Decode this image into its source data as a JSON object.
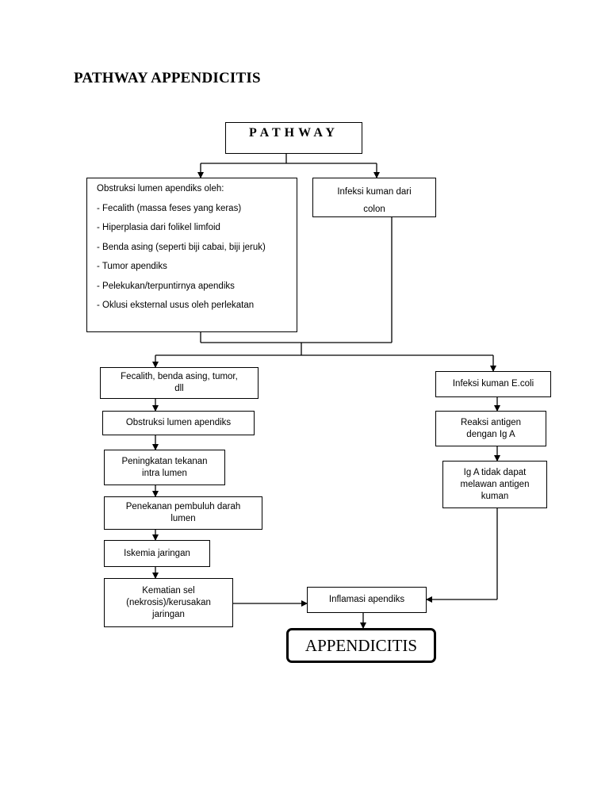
{
  "page_title": "PATHWAY APPENDICITIS",
  "diagram": {
    "root": "PATHWAY",
    "obstruction": {
      "title": "Obstruksi lumen apendiks oleh:",
      "items": [
        "- Fecalith (massa feses yang keras)",
        "- Hiperplasia dari folikel limfoid",
        "- Benda asing (seperti biji cabai, biji jeruk)",
        "- Tumor apendiks",
        "- Pelekukan/terpuntirnya apendiks",
        "- Oklusi eksternal usus oleh perlekatan"
      ]
    },
    "infection": {
      "line1": "Infeksi kuman dari",
      "line2": "colon"
    },
    "left_chain": {
      "cause": [
        "Fecalith, benda asing, tumor,",
        "dll"
      ],
      "obstruction": [
        "Obstruksi lumen apendiks"
      ],
      "pressure": [
        "Peningkatan tekanan",
        "intra lumen"
      ],
      "vessel": [
        "Penekanan pembuluh darah",
        "lumen"
      ],
      "ischemia": [
        "Iskemia jaringan"
      ],
      "necrosis": [
        "Kematian sel",
        "(nekrosis)/kerusakan",
        "jaringan"
      ]
    },
    "right_chain": {
      "ecoli": [
        "Infeksi kuman E.coli"
      ],
      "reaction": [
        "Reaksi antigen",
        "dengan Ig A"
      ],
      "iga": [
        "Ig A tidak dapat",
        "melawan antigen",
        "kuman"
      ]
    },
    "inflammation": "Inflamasi apendiks",
    "final": "APPENDICITIS"
  }
}
